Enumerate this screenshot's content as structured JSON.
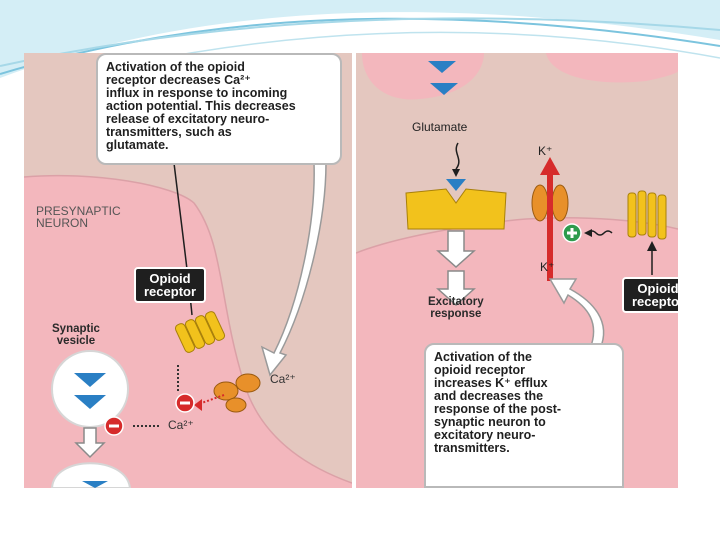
{
  "left_panel": {
    "callout_text": "Activation of the opioid\nreceptor decreases Ca²⁺\ninflux in response to incoming\naction potential. This decreases\nrelease of excitatory neuro-\ntransmitters, such as\nglutamate.",
    "presynaptic_label": "PRESYNAPTIC\nNEURON",
    "opioid_receptor_tag": "Opioid\nreceptor",
    "synaptic_vesicle_label": "Synaptic\nvesicle",
    "ca_label_channel": "Ca²⁺",
    "ca_label_inside": "Ca²⁺"
  },
  "right_panel": {
    "glutamate_label": "Glutamate",
    "k_label_top": "K⁺",
    "k_label_bottom": "K⁺",
    "excitatory_response_label": "Excitatory\nresponse",
    "opioid_receptor_tag": "Opioid\nreceptor",
    "callout_text": "Activation of the\nopioid receptor\nincreases K⁺ efflux\nand decreases the\nresponse of the post-\nsynaptic neuron to\nexcitatory neuro-\ntransmitters."
  },
  "colors": {
    "cell_background": "#f3b7bd",
    "cleft_background": "#e4c7bf",
    "vesicle_blue": "#2a7fc4",
    "receptor_yellow": "#f2c21c",
    "channel_orange": "#e8902a",
    "inhibit_red": "#d62b2b",
    "activate_green": "#2e9b4d"
  }
}
